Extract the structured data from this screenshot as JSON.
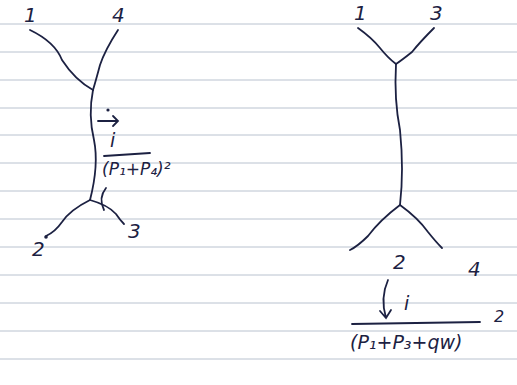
{
  "diagram": {
    "labels": [
      "1",
      "4",
      "i",
      "(P₁+P₄)²",
      "2",
      "3",
      "1",
      "3",
      "2",
      "4",
      "i",
      "(P₁+P₃+qw)",
      "2"
    ]
  }
}
